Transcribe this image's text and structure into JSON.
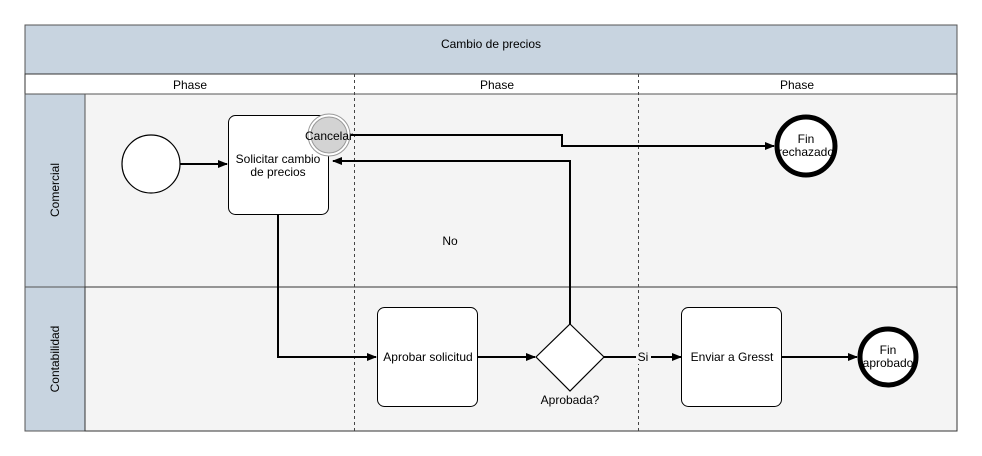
{
  "pool": {
    "title": "Cambio de precios",
    "phases": [
      "Phase",
      "Phase",
      "Phase"
    ],
    "lanes": [
      "Comercial",
      "Contabilidad"
    ]
  },
  "nodes": {
    "start_event": {
      "type": "start-event",
      "label": ""
    },
    "task_solicitar": {
      "type": "task",
      "label_lines": [
        "Solicitar cambio",
        "de precios"
      ]
    },
    "boundary_cancelar": {
      "type": "boundary-event",
      "label": "Cancelar"
    },
    "end_rechazado": {
      "type": "end-event",
      "label_lines": [
        "Fin",
        "rechazado"
      ]
    },
    "task_aprobar": {
      "type": "task",
      "label": "Aprobar solicitud"
    },
    "gateway_aprobada": {
      "type": "gateway",
      "label": "Aprobada?"
    },
    "task_enviar": {
      "type": "task",
      "label": "Enviar a Gresst"
    },
    "end_aprobado": {
      "type": "end-event",
      "label_lines": [
        "Fin",
        "aprobado"
      ]
    }
  },
  "edges": {
    "no_label": "No",
    "si_label": "Si"
  },
  "colors": {
    "header_fill": "#c8d4e0",
    "lane_fill": "#f4f4f4",
    "boundary_fill": "#d3d3d3",
    "stroke": "#000000"
  }
}
